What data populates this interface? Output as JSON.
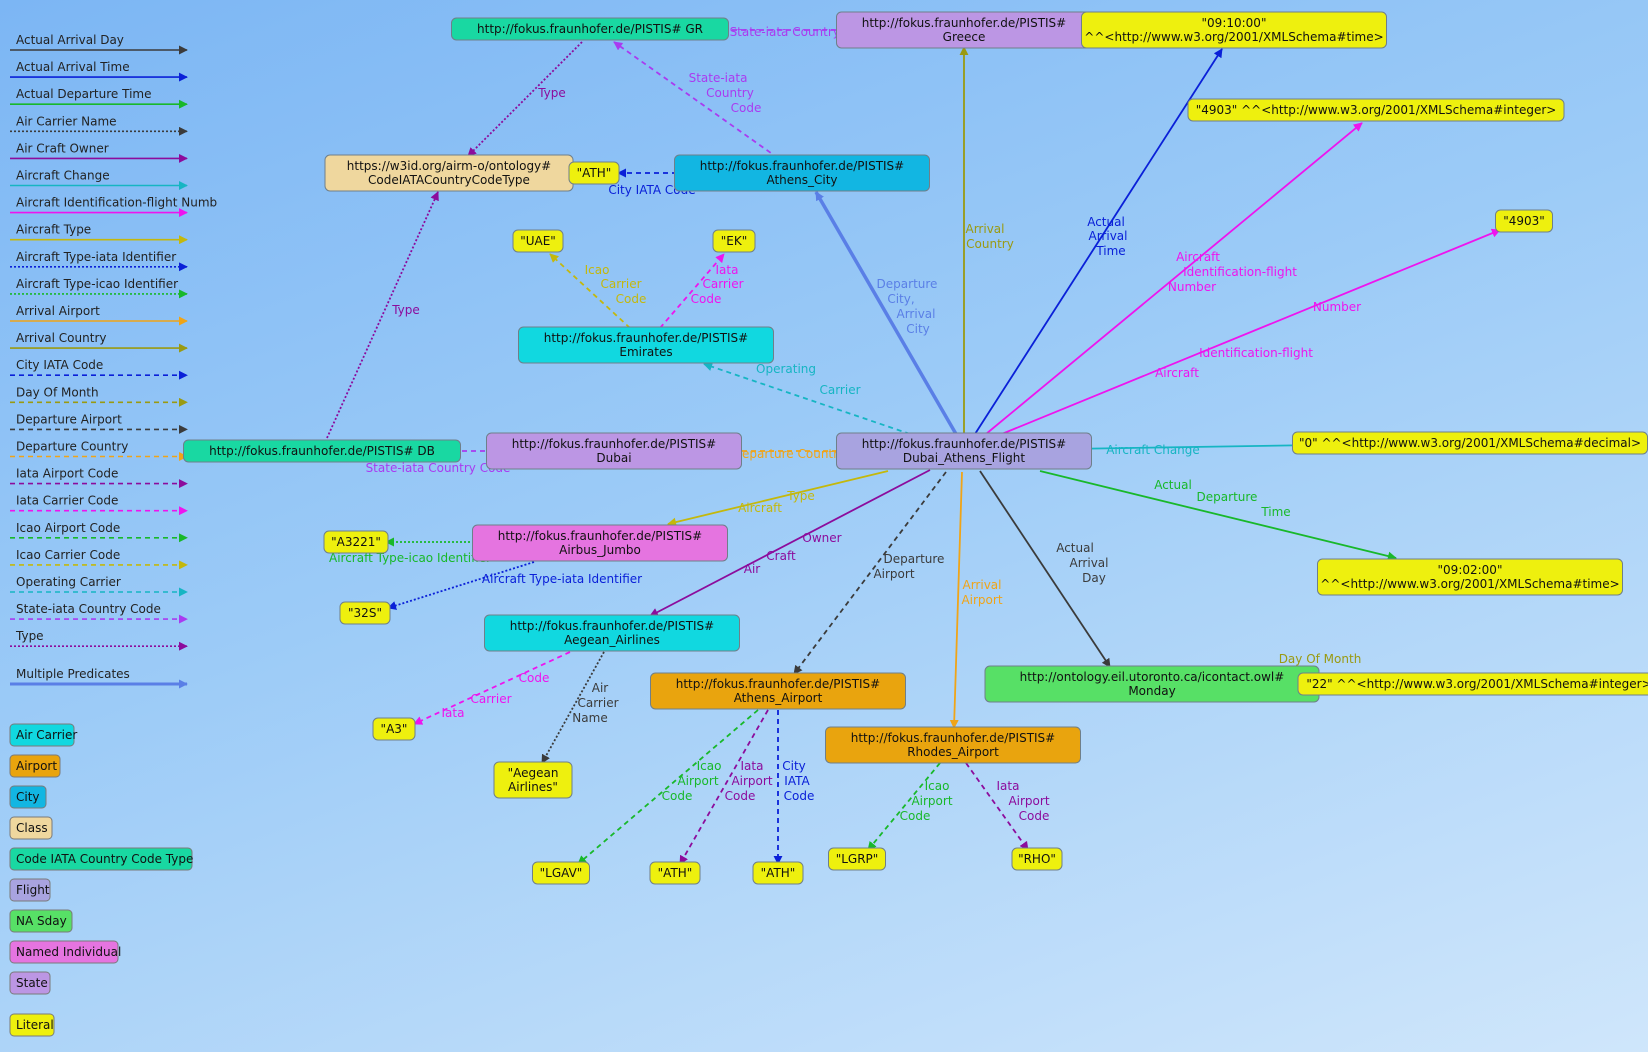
{
  "legend": {
    "predicates": [
      {
        "label": "Actual Arrival Day",
        "color": "#3b3b3b",
        "style": "solid"
      },
      {
        "label": "Actual Arrival Time",
        "color": "#0a20d8",
        "style": "solid"
      },
      {
        "label": "Actual Departure Time",
        "color": "#18b82a",
        "style": "solid"
      },
      {
        "label": "Air Carrier Name",
        "color": "#3b3b3b",
        "style": "dotted"
      },
      {
        "label": "Air Craft Owner",
        "color": "#8c0c9c",
        "style": "solid"
      },
      {
        "label": "Aircraft Change",
        "color": "#16b5c3",
        "style": "solid"
      },
      {
        "label": "Aircraft Identification-flight Numb",
        "color": "#ee14ee",
        "style": "solid"
      },
      {
        "label": "Aircraft Type",
        "color": "#c4b80c",
        "style": "solid"
      },
      {
        "label": "Aircraft Type-iata Identifier",
        "color": "#0a20d8",
        "style": "dotted"
      },
      {
        "label": "Aircraft Type-icao Identifier",
        "color": "#18b82a",
        "style": "dotted"
      },
      {
        "label": "Arrival Airport",
        "color": "#f0a417",
        "style": "solid"
      },
      {
        "label": "Arrival Country",
        "color": "#9a9a12",
        "style": "solid"
      },
      {
        "label": "City IATA Code",
        "color": "#0a20d8",
        "style": "dashed"
      },
      {
        "label": "Day Of Month",
        "color": "#9a9a12",
        "style": "dashed"
      },
      {
        "label": "Departure Airport",
        "color": "#3b3b3b",
        "style": "dashed"
      },
      {
        "label": "Departure Country",
        "color": "#f0a417",
        "style": "dashed"
      },
      {
        "label": "Iata Airport Code",
        "color": "#8c0c9c",
        "style": "dashed"
      },
      {
        "label": "Iata Carrier Code",
        "color": "#ee14ee",
        "style": "dashed"
      },
      {
        "label": "Icao Airport Code",
        "color": "#18b82a",
        "style": "dashed"
      },
      {
        "label": "Icao Carrier Code",
        "color": "#c4b80c",
        "style": "dashed"
      },
      {
        "label": "Operating Carrier",
        "color": "#16b5c3",
        "style": "dashed"
      },
      {
        "label": "State-iata Country Code",
        "color": "#a93bf0",
        "style": "dashed"
      },
      {
        "label": "Type",
        "color": "#8c0c9c",
        "style": "dotted"
      }
    ],
    "multiple": {
      "label": "Multiple Predicates",
      "color": "#5a7fe6",
      "style": "solid"
    },
    "classes": [
      {
        "label": "Air Carrier",
        "color": "#11d8e0"
      },
      {
        "label": "Airport",
        "color": "#e9a40e"
      },
      {
        "label": "City",
        "color": "#12b6e2"
      },
      {
        "label": "Class",
        "color": "#efd79e"
      },
      {
        "label": "Code IATA Country Code Type",
        "color": "#19d8a2"
      },
      {
        "label": "Flight",
        "color": "#a8a3e0"
      },
      {
        "label": "NA Sday",
        "color": "#57e066"
      },
      {
        "label": "Named Individual",
        "color": "#e574e0"
      },
      {
        "label": "State",
        "color": "#bc96e4"
      },
      {
        "label": "Literal",
        "color": "#eef00e"
      }
    ]
  },
  "nodes": [
    {
      "id": "gr",
      "lines": [
        "http://fokus.fraunhofer.de/PISTIS# GR"
      ],
      "color": "#19d8a2"
    },
    {
      "id": "greece",
      "lines": [
        "http://fokus.fraunhofer.de/PISTIS#",
        "Greece"
      ],
      "color": "#bc96e4"
    },
    {
      "id": "lit_time1",
      "lines": [
        "\"09:10:00\"",
        "^^<http://www.w3.org/2001/XMLSchema#time>"
      ],
      "color": "#eef00e"
    },
    {
      "id": "lit_4903i",
      "lines": [
        "\"4903\" ^^<http://www.w3.org/2001/XMLSchema#integer>"
      ],
      "color": "#eef00e"
    },
    {
      "id": "lit_4903",
      "lines": [
        "\"4903\""
      ],
      "color": "#eef00e"
    },
    {
      "id": "codetype",
      "lines": [
        "https://w3id.org/airm-o/ontology#",
        "CodeIATACountryCodeType"
      ],
      "color": "#efd79e"
    },
    {
      "id": "lit_ath_city",
      "lines": [
        "\"ATH\""
      ],
      "color": "#eef00e"
    },
    {
      "id": "athens_city",
      "lines": [
        "http://fokus.fraunhofer.de/PISTIS#",
        "Athens_City"
      ],
      "color": "#12b6e2"
    },
    {
      "id": "lit_uae",
      "lines": [
        "\"UAE\""
      ],
      "color": "#eef00e"
    },
    {
      "id": "lit_ek",
      "lines": [
        "\"EK\""
      ],
      "color": "#eef00e"
    },
    {
      "id": "emirates",
      "lines": [
        "http://fokus.fraunhofer.de/PISTIS#",
        "Emirates"
      ],
      "color": "#11d8e0"
    },
    {
      "id": "db",
      "lines": [
        "http://fokus.fraunhofer.de/PISTIS# DB"
      ],
      "color": "#19d8a2"
    },
    {
      "id": "dubai",
      "lines": [
        "http://fokus.fraunhofer.de/PISTIS#",
        "Dubai"
      ],
      "color": "#bc96e4"
    },
    {
      "id": "flight",
      "lines": [
        "http://fokus.fraunhofer.de/PISTIS#",
        "Dubai_Athens_Flight"
      ],
      "color": "#a8a3e0"
    },
    {
      "id": "lit_dec",
      "lines": [
        "\"0\" ^^<http://www.w3.org/2001/XMLSchema#decimal>"
      ],
      "color": "#eef00e"
    },
    {
      "id": "lit_a3221",
      "lines": [
        "\"A3221\""
      ],
      "color": "#eef00e"
    },
    {
      "id": "airbus",
      "lines": [
        "http://fokus.fraunhofer.de/PISTIS#",
        "Airbus_Jumbo"
      ],
      "color": "#e574e0"
    },
    {
      "id": "lit_time2",
      "lines": [
        "\"09:02:00\"",
        "^^<http://www.w3.org/2001/XMLSchema#time>"
      ],
      "color": "#eef00e"
    },
    {
      "id": "lit_32s",
      "lines": [
        "\"32S\""
      ],
      "color": "#eef00e"
    },
    {
      "id": "aegean",
      "lines": [
        "http://fokus.fraunhofer.de/PISTIS#",
        "Aegean_Airlines"
      ],
      "color": "#11d8e0"
    },
    {
      "id": "athens_airport",
      "lines": [
        "http://fokus.fraunhofer.de/PISTIS#",
        "Athens_Airport"
      ],
      "color": "#e9a40e"
    },
    {
      "id": "monday",
      "lines": [
        "http://ontology.eil.utoronto.ca/icontact.owl#",
        "Monday"
      ],
      "color": "#57e066"
    },
    {
      "id": "lit_22",
      "lines": [
        "\"22\" ^^<http://www.w3.org/2001/XMLSchema#integer>"
      ],
      "color": "#eef00e"
    },
    {
      "id": "lit_a3",
      "lines": [
        "\"A3\""
      ],
      "color": "#eef00e"
    },
    {
      "id": "rhodes",
      "lines": [
        "http://fokus.fraunhofer.de/PISTIS#",
        "Rhodes_Airport"
      ],
      "color": "#e9a40e"
    },
    {
      "id": "lit_aegean",
      "lines": [
        "\"Aegean",
        "Airlines\""
      ],
      "color": "#eef00e"
    },
    {
      "id": "lit_lgav",
      "lines": [
        "\"LGAV\""
      ],
      "color": "#eef00e"
    },
    {
      "id": "lit_ath1",
      "lines": [
        "\"ATH\""
      ],
      "color": "#eef00e"
    },
    {
      "id": "lit_ath2",
      "lines": [
        "\"ATH\""
      ],
      "color": "#eef00e"
    },
    {
      "id": "lit_lgrp",
      "lines": [
        "\"LGRP\""
      ],
      "color": "#eef00e"
    },
    {
      "id": "lit_rho",
      "lines": [
        "\"RHO\""
      ],
      "color": "#eef00e"
    }
  ],
  "edges": [
    {
      "from": "greece",
      "to": "gr",
      "color": "#a93bf0",
      "style": "dashed",
      "label": [
        "State-iata  Country  Code"
      ]
    },
    {
      "from": "athens_city",
      "to": "gr",
      "color": "#a93bf0",
      "style": "dashed",
      "label": [
        "State-iata",
        "Country",
        "Code"
      ]
    },
    {
      "from": "gr",
      "to": "codetype",
      "color": "#8c0c9c",
      "style": "dotted",
      "label": [
        "Type"
      ]
    },
    {
      "from": "db",
      "to": "codetype",
      "color": "#8c0c9c",
      "style": "dotted",
      "label": [
        "Type"
      ]
    },
    {
      "from": "athens_city",
      "to": "lit_ath_city",
      "color": "#0a20d8",
      "style": "dashed",
      "label": [
        "City IATA Code"
      ]
    },
    {
      "from": "emirates",
      "to": "lit_uae",
      "color": "#c4b80c",
      "style": "dashed",
      "label": [
        "Icao",
        "Carrier",
        "Code"
      ]
    },
    {
      "from": "emirates",
      "to": "lit_ek",
      "color": "#ee14ee",
      "style": "dashed",
      "label": [
        "Iata",
        "Carrier",
        "Code"
      ]
    },
    {
      "from": "dubai",
      "to": "db",
      "color": "#a93bf0",
      "style": "dashed",
      "label": [
        "State-iata Country Code"
      ]
    },
    {
      "from": "flight",
      "to": "greece",
      "color": "#9a9a12",
      "style": "solid",
      "label": [
        "Arrival",
        "Country"
      ]
    },
    {
      "from": "flight",
      "to": "lit_time1",
      "color": "#0a20d8",
      "style": "solid",
      "label": [
        "Actual",
        "Arrival",
        "Time"
      ]
    },
    {
      "from": "flight",
      "to": "lit_4903i",
      "color": "#ee14ee",
      "style": "solid",
      "label": [
        "Aircraft",
        "Identification-flight",
        "Number"
      ]
    },
    {
      "from": "flight",
      "to": "lit_4903",
      "color": "#ee14ee",
      "style": "solid",
      "label": [
        "Number",
        "Identification-flight",
        "Aircraft"
      ]
    },
    {
      "from": "flight",
      "to": "athens_city",
      "color": "#5a7fe6",
      "style": "multi",
      "label": [
        "Departure",
        "City,",
        "Arrival",
        "City"
      ]
    },
    {
      "from": "flight",
      "to": "emirates",
      "color": "#16b5c3",
      "style": "dashed",
      "label": [
        "Operating",
        "Carrier"
      ]
    },
    {
      "from": "flight",
      "to": "dubai",
      "color": "#f0a417",
      "style": "dashed",
      "label": [
        "Departure  Country"
      ]
    },
    {
      "from": "flight",
      "to": "lit_dec",
      "color": "#16b5c3",
      "style": "solid",
      "label": [
        "Aircraft   Change"
      ]
    },
    {
      "from": "flight",
      "to": "airbus",
      "color": "#c4b80c",
      "style": "solid",
      "label": [
        "Type",
        "Aircraft"
      ]
    },
    {
      "from": "flight",
      "to": "lit_time2",
      "color": "#18b82a",
      "style": "solid",
      "label": [
        "Actual",
        "Departure",
        "Time"
      ]
    },
    {
      "from": "flight",
      "to": "aegean",
      "color": "#8c0c9c",
      "style": "solid",
      "label": [
        "Owner",
        "Craft",
        "Air"
      ]
    },
    {
      "from": "flight",
      "to": "athens_airport",
      "color": "#3b3b3b",
      "style": "dashed",
      "label": [
        "Departure",
        "Airport"
      ]
    },
    {
      "from": "flight",
      "to": "rhodes",
      "color": "#f0a417",
      "style": "solid",
      "label": [
        "Arrival",
        "Airport"
      ]
    },
    {
      "from": "flight",
      "to": "monday",
      "color": "#3b3b3b",
      "style": "solid",
      "label": [
        "Actual",
        "Arrival",
        "Day"
      ]
    },
    {
      "from": "airbus",
      "to": "lit_a3221",
      "color": "#18b82a",
      "style": "dotted",
      "label": [
        "Aircraft Type-icao Identifier"
      ]
    },
    {
      "from": "airbus",
      "to": "lit_32s",
      "color": "#0a20d8",
      "style": "dotted",
      "label": [
        "Aircraft Type-iata Identifier"
      ]
    },
    {
      "from": "aegean",
      "to": "lit_a3",
      "color": "#ee14ee",
      "style": "dashed",
      "label": [
        "Code",
        "Carrier",
        "Iata"
      ]
    },
    {
      "from": "aegean",
      "to": "lit_aegean",
      "color": "#3b3b3b",
      "style": "dotted",
      "label": [
        "Air",
        "Carrier",
        "Name"
      ]
    },
    {
      "from": "monday",
      "to": "lit_22",
      "color": "#9a9a12",
      "style": "dashed",
      "label": [
        "Day Of Month"
      ]
    },
    {
      "from": "athens_airport",
      "to": "lit_lgav",
      "color": "#18b82a",
      "style": "dashed",
      "label": [
        "Icao",
        "Airport",
        "Code"
      ]
    },
    {
      "from": "athens_airport",
      "to": "lit_ath1",
      "color": "#8c0c9c",
      "style": "dashed",
      "label": [
        "Iata",
        "Airport",
        "Code"
      ]
    },
    {
      "from": "athens_airport",
      "to": "lit_ath2",
      "color": "#0a20d8",
      "style": "dashed",
      "label": [
        "City",
        "IATA",
        "Code"
      ]
    },
    {
      "from": "rhodes",
      "to": "lit_lgrp",
      "color": "#18b82a",
      "style": "dashed",
      "label": [
        "Icao",
        "Airport",
        "Code"
      ]
    },
    {
      "from": "rhodes",
      "to": "lit_rho",
      "color": "#8c0c9c",
      "style": "dashed",
      "label": [
        "Iata",
        "Airport",
        "Code"
      ]
    }
  ]
}
